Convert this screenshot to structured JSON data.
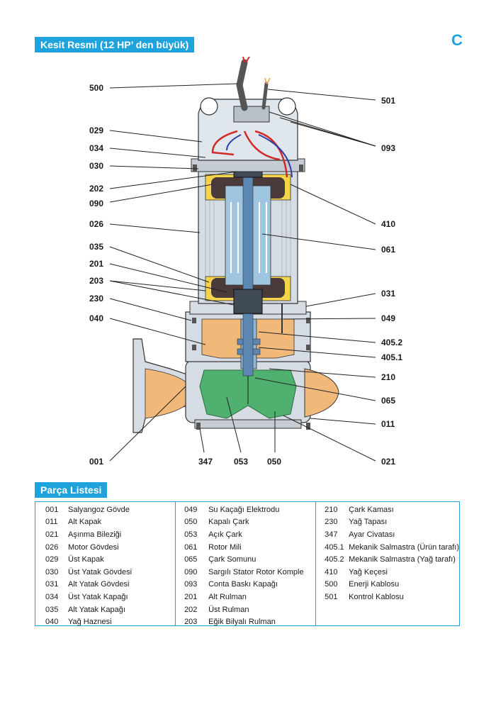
{
  "header": {
    "title": "Kesit Resmi (12 HP’ den büyük)",
    "section_letter": "C"
  },
  "callouts": {
    "c500": "500",
    "c501": "501",
    "c029": "029",
    "c034": "034",
    "c093": "093",
    "c030": "030",
    "c202": "202",
    "c090": "090",
    "c026": "026",
    "c410": "410",
    "c035": "035",
    "c061": "061",
    "c201": "201",
    "c203": "203",
    "c031": "031",
    "c230": "230",
    "c040": "040",
    "c049": "049",
    "c4052": "405.2",
    "c4051": "405.1",
    "c210": "210",
    "c065": "065",
    "c011": "011",
    "c001": "001",
    "c347": "347",
    "c053": "053",
    "c050": "050",
    "c021": "021"
  },
  "colors": {
    "accent": "#1ea3dc",
    "oil": "#f0b97a",
    "impeller": "#4fb06f",
    "bearing_yellow": "#f4d44a",
    "housing": "#d5dce3"
  },
  "parts": {
    "title": "Parça Listesi",
    "columns": [
      [
        {
          "code": "001",
          "name": "Salyangoz Gövde"
        },
        {
          "code": "011",
          "name": "Alt Kapak"
        },
        {
          "code": "021",
          "name": "Aşınma Bileziği"
        },
        {
          "code": "026",
          "name": "Motor Gövdesi"
        },
        {
          "code": "029",
          "name": "Üst Kapak"
        },
        {
          "code": "030",
          "name": "Üst Yatak Gövdesi"
        },
        {
          "code": "031",
          "name": "Alt Yatak Gövdesi"
        },
        {
          "code": "034",
          "name": "Üst Yatak Kapağı"
        },
        {
          "code": "035",
          "name": "Alt Yatak Kapağı"
        },
        {
          "code": "040",
          "name": "Yağ Haznesi"
        }
      ],
      [
        {
          "code": "049",
          "name": "Su Kaçağı Elektrodu"
        },
        {
          "code": "050",
          "name": "Kapalı Çark"
        },
        {
          "code": "053",
          "name": "Açık Çark"
        },
        {
          "code": "061",
          "name": "Rotor Mili"
        },
        {
          "code": "065",
          "name": "Çark Somunu"
        },
        {
          "code": "090",
          "name": "Sargılı Stator Rotor Komple"
        },
        {
          "code": "093",
          "name": "Conta Baskı Kapağı"
        },
        {
          "code": "201",
          "name": "Alt Rulman"
        },
        {
          "code": "202",
          "name": "Üst Rulman"
        },
        {
          "code": "203",
          "name": "Eğik Bilyalı Rulman"
        }
      ],
      [
        {
          "code": "210",
          "name": "Çark Kaması"
        },
        {
          "code": "230",
          "name": "Yağ Tapası"
        },
        {
          "code": "347",
          "name": "Ayar Civatası"
        },
        {
          "code": "405.1",
          "name": "Mekanik Salmastra (Ürün tarafı)"
        },
        {
          "code": "405.2",
          "name": "Mekanik Salmastra (Yağ tarafı)"
        },
        {
          "code": "410",
          "name": "Yağ Keçesi"
        },
        {
          "code": "500",
          "name": "Enerji Kablosu"
        },
        {
          "code": "501",
          "name": "Kontrol Kablosu"
        }
      ]
    ]
  }
}
